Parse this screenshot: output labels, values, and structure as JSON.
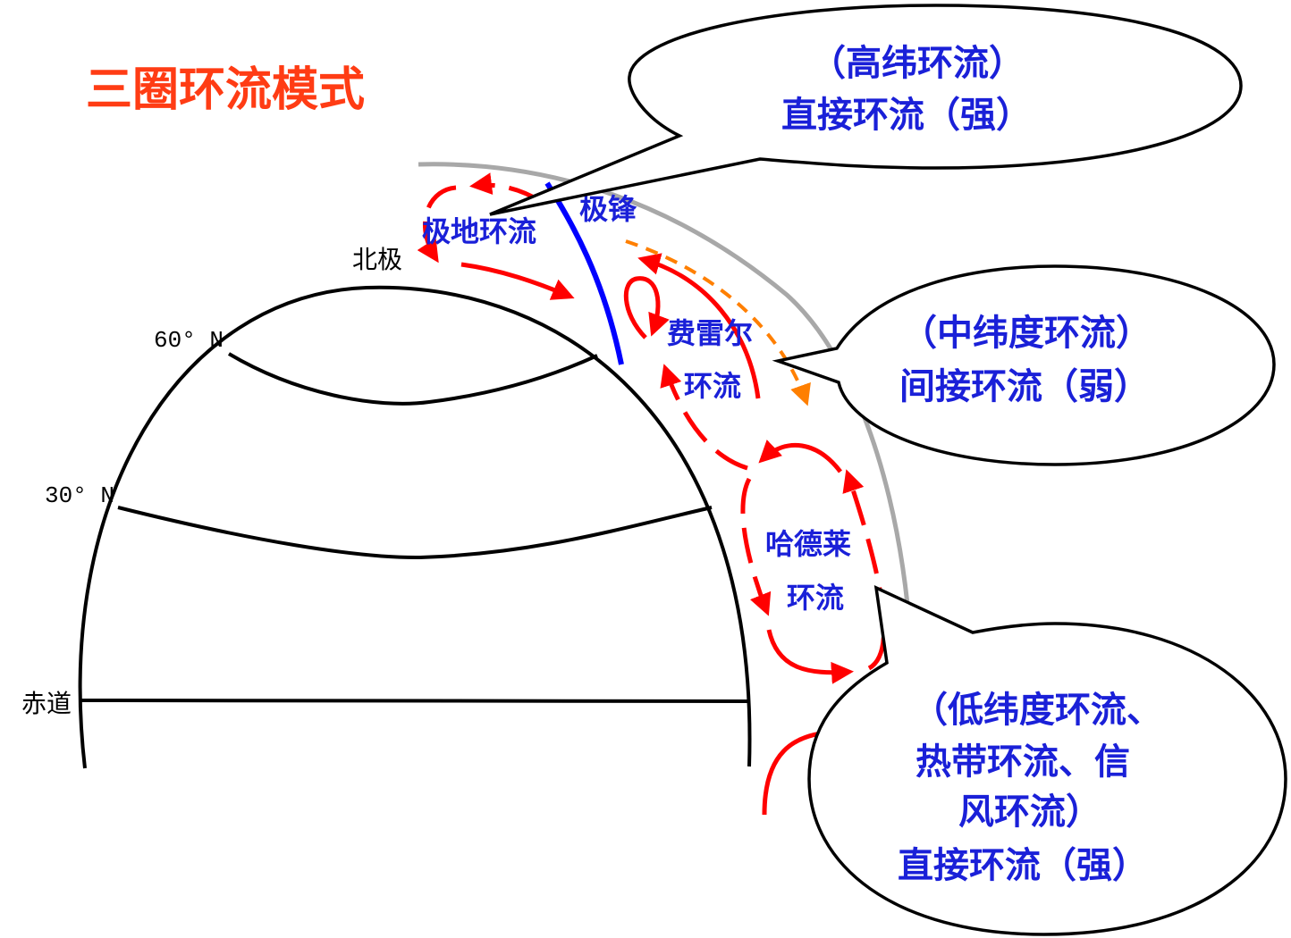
{
  "title": "三圈环流模式",
  "globe": {
    "north_pole": "北极",
    "lat_60": "60° N",
    "lat_30": "30° N",
    "equator": "赤道"
  },
  "cells": {
    "polar": "极地环流",
    "polar_front": "极锋",
    "ferrel_line1": "费雷尔",
    "ferrel_line2": "环流",
    "hadley_line1": "哈德莱",
    "hadley_line2": "环流"
  },
  "callouts": {
    "high": {
      "line1": "（高纬环流）",
      "line2": "直接环流（强）"
    },
    "mid": {
      "line1": "（中纬度环流）",
      "line2": "间接环流（弱）"
    },
    "low": {
      "line1": "（低纬度环流、",
      "line2": "热带环流、信",
      "line3": "风环流）",
      "line4": "直接环流（强）"
    }
  },
  "colors": {
    "title": "#ff3c14",
    "label_blue": "#1a20d8",
    "arrow_red": "#ff0000",
    "polar_front": "#0000ff",
    "tropopause": "#a8a8a8",
    "dashed_arrow": "#ff7f00"
  }
}
